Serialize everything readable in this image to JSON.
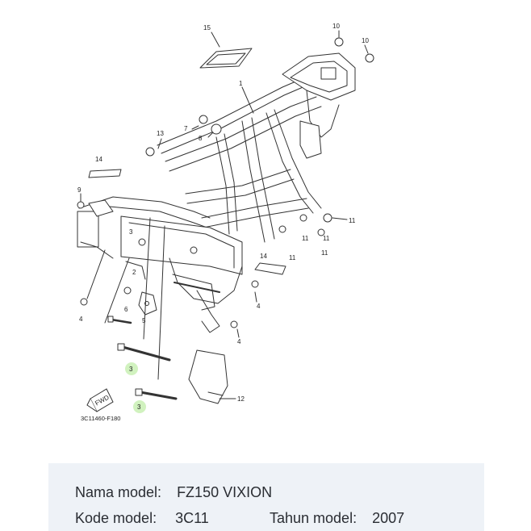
{
  "diagram": {
    "callouts": [
      "15",
      "10",
      "10",
      "1",
      "7",
      "8",
      "13",
      "14",
      "9",
      "3",
      "6",
      "5",
      "4",
      "2",
      "11",
      "11",
      "11",
      "11",
      "11",
      "14",
      "4",
      "4",
      "12",
      "3",
      "3"
    ],
    "part_code": "3C11460-F180",
    "fwd_label": "FWD"
  },
  "info": {
    "model_name_label": "Nama model:",
    "model_name_value": "FZ150 VIXION",
    "model_code_label": "Kode model:",
    "model_code_value": "3C11",
    "year_label": "Tahun model:",
    "year_value": "2007"
  },
  "colors": {
    "panel_bg": "#eef2f7",
    "highlight": "#c9f0b4",
    "line": "#333333"
  }
}
